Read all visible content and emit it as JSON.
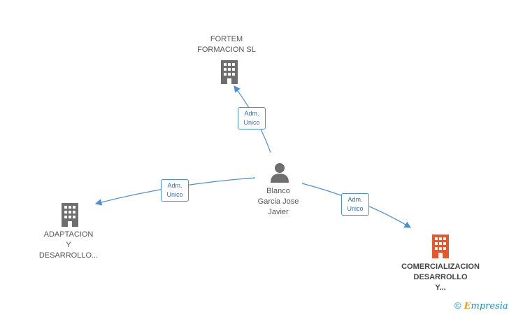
{
  "nodes": {
    "fortem": {
      "lines": [
        "FORTEM",
        "FORMACION SL"
      ],
      "icon": "building-icon",
      "color": "#6e6e6e"
    },
    "adaptacion": {
      "lines": [
        "ADAPTACION",
        "Y",
        "DESARROLLO..."
      ],
      "icon": "building-icon",
      "color": "#6e6e6e"
    },
    "comercializacion": {
      "lines": [
        "COMERCIALIZACION",
        "DESARROLLO",
        "Y..."
      ],
      "icon": "building-icon",
      "color": "#e8562a"
    },
    "person": {
      "lines": [
        "Blanco",
        "Garcia Jose",
        "Javier"
      ],
      "icon": "person-icon",
      "color": "#6e6e6e"
    }
  },
  "edges": [
    {
      "to": "fortem",
      "label_lines": [
        "Adm.",
        "Unico"
      ]
    },
    {
      "to": "adaptacion",
      "label_lines": [
        "Adm.",
        "Unico"
      ]
    },
    {
      "to": "comercializacion",
      "label_lines": [
        "Adm.",
        "Unico"
      ]
    }
  ],
  "colors": {
    "edge": "#4a90d9"
  },
  "watermark": {
    "copyright": "©",
    "brand_first": "E",
    "brand_rest": "mpresia"
  }
}
